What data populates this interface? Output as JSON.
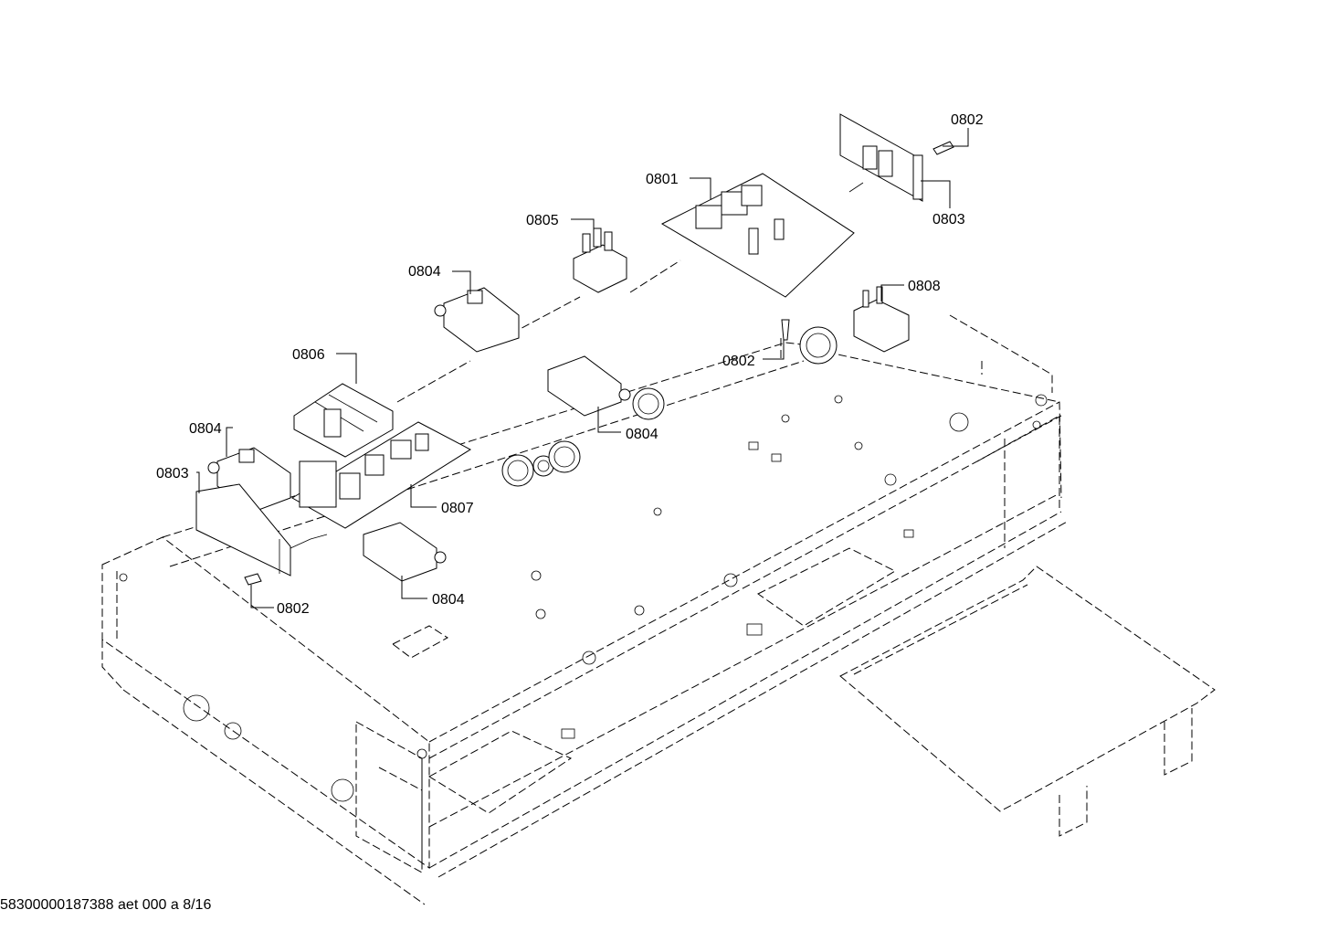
{
  "callouts": [
    {
      "id": "c1",
      "label": "0802"
    },
    {
      "id": "c2",
      "label": "0803"
    },
    {
      "id": "c3",
      "label": "0801"
    },
    {
      "id": "c4",
      "label": "0805"
    },
    {
      "id": "c5",
      "label": "0804"
    },
    {
      "id": "c6",
      "label": "0808"
    },
    {
      "id": "c7",
      "label": "0806"
    },
    {
      "id": "c8",
      "label": "0802"
    },
    {
      "id": "c9",
      "label": "0804"
    },
    {
      "id": "c10",
      "label": "0804"
    },
    {
      "id": "c11",
      "label": "0803"
    },
    {
      "id": "c12",
      "label": "0807"
    },
    {
      "id": "c13",
      "label": "0804"
    },
    {
      "id": "c14",
      "label": "0802"
    }
  ],
  "footer": "58300000187388 aet 000 a 8/16"
}
